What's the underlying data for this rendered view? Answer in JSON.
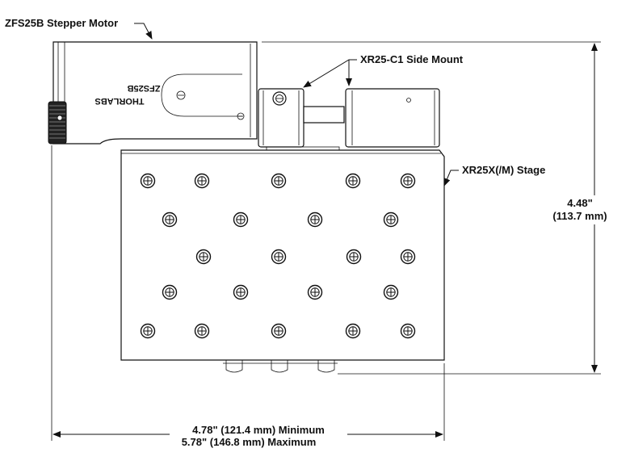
{
  "labels": {
    "motor": "ZFS25B Stepper Motor",
    "side_mount": "XR25-C1 Side Mount",
    "stage": "XR25X(/M) Stage"
  },
  "motor_engraving": {
    "brand": "THORLABS",
    "model": "ZFS25B"
  },
  "dimensions": {
    "height_in": "4.48\"",
    "height_mm": "(113.7 mm)",
    "width_min": "4.78\" (121.4 mm) Minimum",
    "width_max": "5.78\" (146.8 mm) Maximum"
  },
  "colors": {
    "line": "#111111",
    "background": "#ffffff"
  },
  "icons": [
    "screw-head-icon",
    "knurled-knob-icon",
    "arrowhead-icon"
  ]
}
